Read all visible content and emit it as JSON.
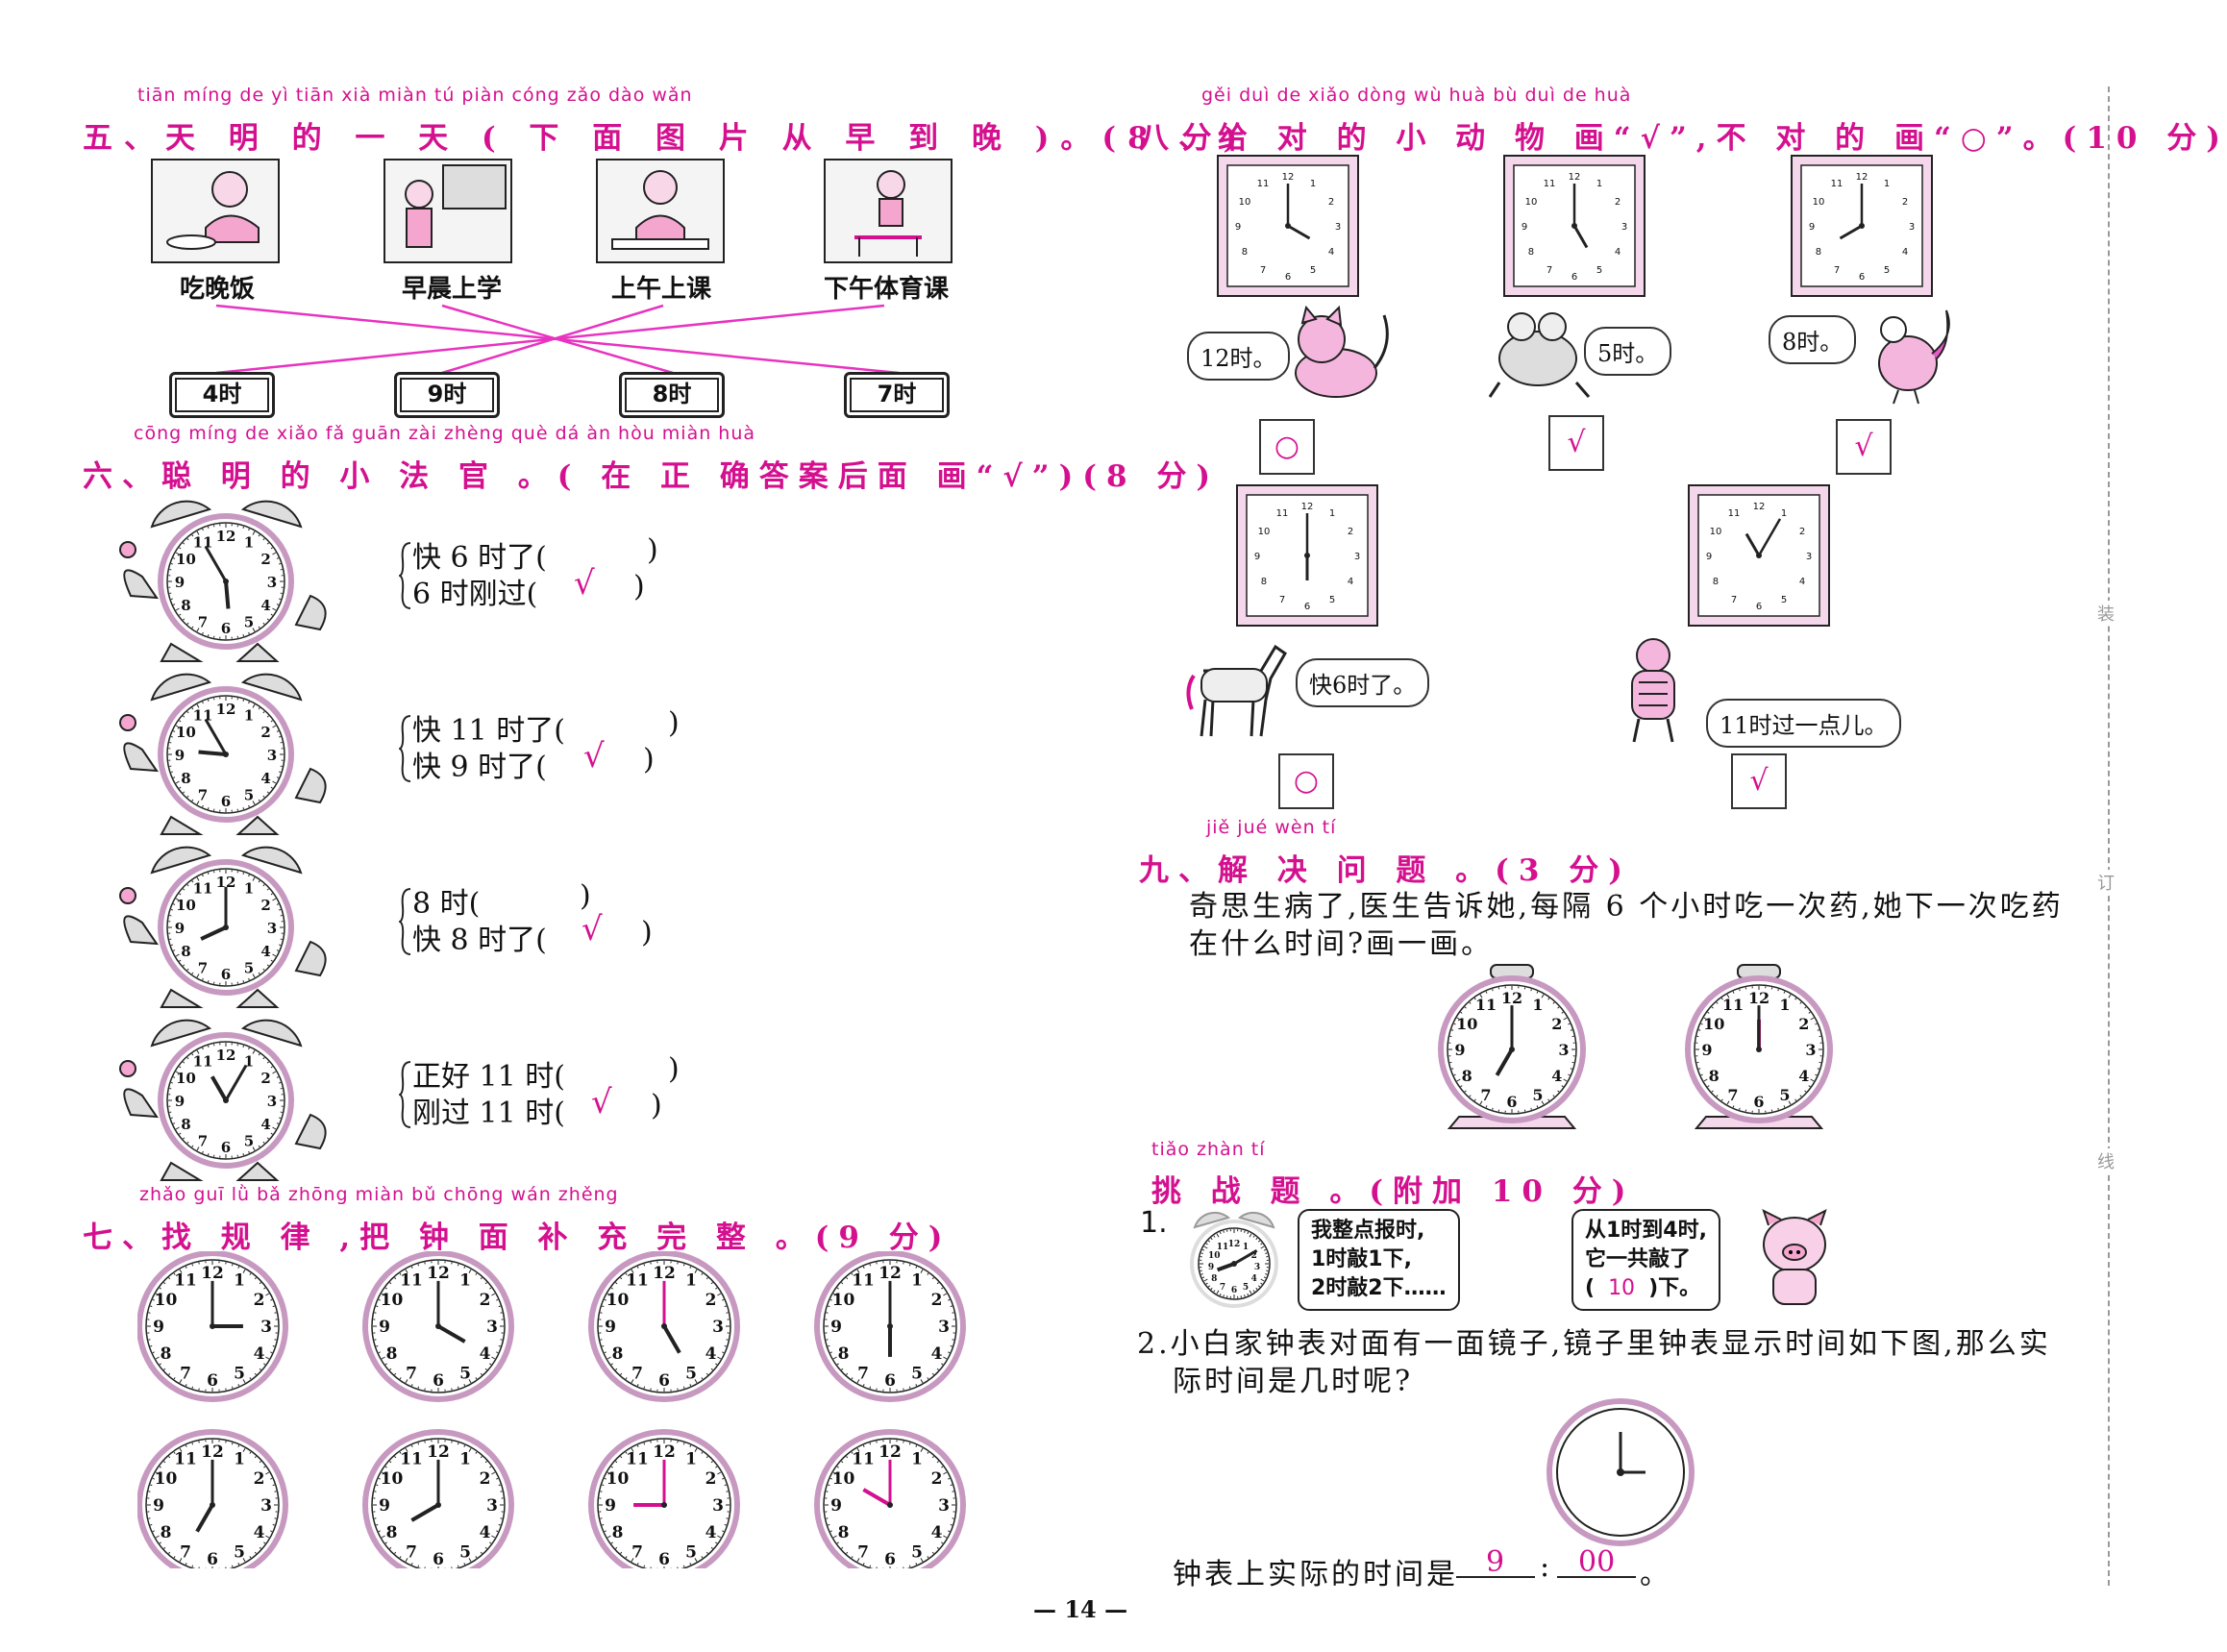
{
  "s5": {
    "pinyin": "tiān míng de yì tiān      xià miàn tú piàn cóng zǎo dào wǎn",
    "title": "五、天 明 的 一 天 ( 下 面 图 片 从 早 到 晚 )。(8 分)",
    "pictures": [
      "吃晚饭",
      "早晨上学",
      "上午上课",
      "下午体育课"
    ],
    "times": [
      "4时",
      "9时",
      "8时",
      "7时"
    ]
  },
  "s6": {
    "pinyin": "cōng míng de xiǎo fǎ guān           zài zhèng què dá àn hòu miàn huà",
    "title": "六、聪 明 的 小 法 官 。( 在 正 确答案后面 画“√”)(8 分)",
    "items": [
      {
        "a": "快 6 时了(",
        "a_ans": "",
        "b": "6 时刚过(",
        "b_ans": "√"
      },
      {
        "a": "快 11 时了(",
        "a_ans": "",
        "b": "快 9 时了(",
        "b_ans": "√"
      },
      {
        "a": "8 时(",
        "a_ans": "",
        "b": "快 8 时了(",
        "b_ans": "√"
      },
      {
        "a": "正好 11 时(",
        "a_ans": "",
        "b": "刚过 11 时(",
        "b_ans": "√"
      }
    ],
    "close": ")"
  },
  "s7": {
    "pinyin": "zhǎo guī lǜ       bǎ zhōng miàn bǔ chōng wán zhěng",
    "title": "七、找 规 律 ,把 钟  面 补 充  完  整  。(9 分)"
  },
  "s8": {
    "pinyin": "gěi duì de xiǎo dòng wù huà                          bù duì de huà",
    "title": "八、给 对 的 小  动  物 画“√”,不 对 的 画“○”。(10 分)",
    "bubbles": [
      "12时。",
      "5时。",
      "8时。",
      "快6时了。",
      "11时过一点儿。"
    ],
    "answers": [
      "○",
      "√",
      "√",
      "○",
      "√"
    ]
  },
  "s9": {
    "pinyin": "jiě  jué wèn  tí",
    "title": "九、解 决 问 题 。(3 分)",
    "line1": "奇思生病了,医生告诉她,每隔 6 个小时吃一次药,她下一次吃药",
    "line2": "在什么时间?画一画。"
  },
  "challenge": {
    "pinyin": "tiǎo zhàn   tí",
    "title": "挑 战 题 。(附加 10 分)",
    "q1_num": "1.",
    "bubble_left": [
      "我整点报时,",
      "1时敲1下,",
      "2时敲2下……"
    ],
    "bubble_right_1": "从1时到4时,",
    "bubble_right_2": "它一共敲了",
    "bubble_right_3a": "(",
    "bubble_right_ans": "10",
    "bubble_right_3b": ")下。",
    "q2_line1": "2.小白家钟表对面有一面镜子,镜子里钟表显示时间如下图,那么实",
    "q2_line2": "际时间是几时呢?",
    "result_text": "钟表上实际的时间是",
    "hour_ans": "9",
    "colon": ":",
    "min_ans": "00",
    "end": "。"
  },
  "page_number": "— 14 —",
  "margin_chars": [
    "装",
    "订",
    "线"
  ]
}
